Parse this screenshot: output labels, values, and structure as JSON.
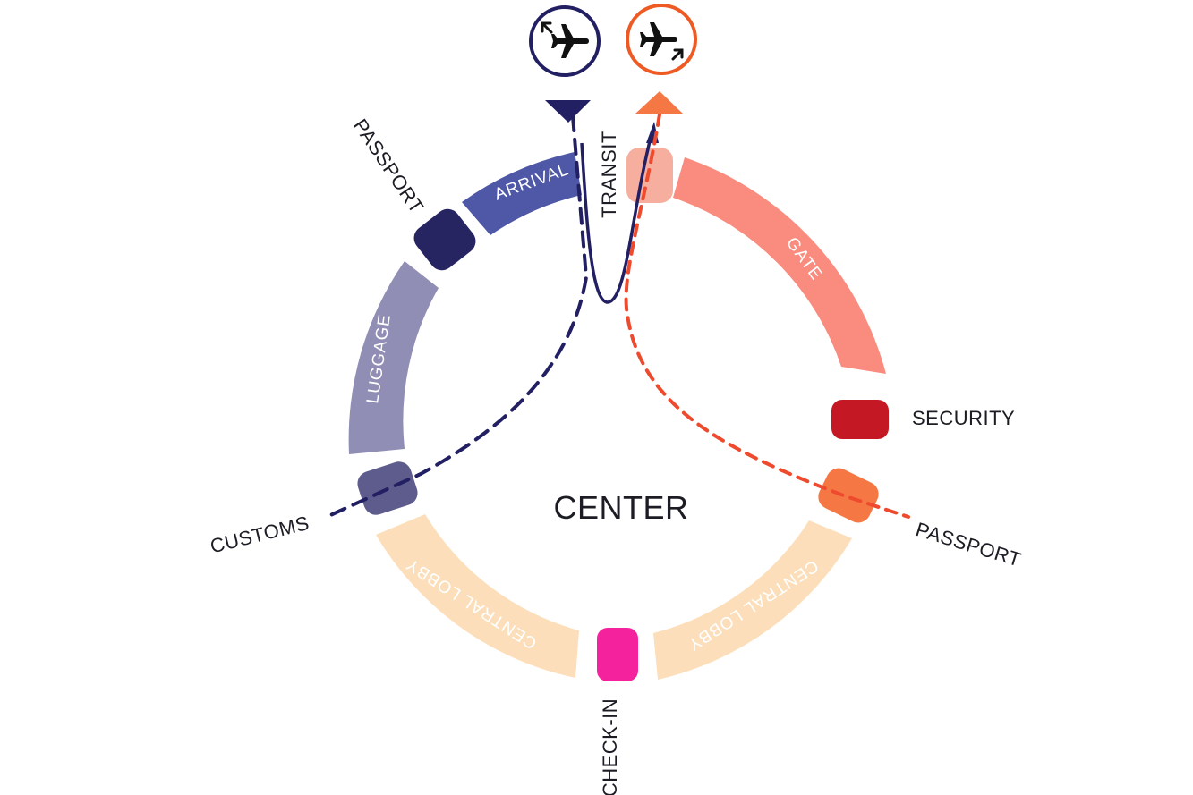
{
  "center": "CENTER",
  "segments": {
    "arrival": "ARRIVAL",
    "luggage": "LUGGAGE",
    "gate": "GATE",
    "lobby_left": "CENTRAL LOBBY",
    "lobby_right": "CENTRAL LOBBY"
  },
  "labels": {
    "passport_top": "PASSPORT",
    "transit": "TRANSIT",
    "security": "SECURITY",
    "customs": "CUSTOMS",
    "passport_right": "PASSPORT",
    "checkin": "CHECK-IN"
  },
  "icons": {
    "arrival": "airplane-arrival-icon",
    "departure": "airplane-departure-icon"
  },
  "colors": {
    "arrival_path": "#221f63",
    "departure_path": "#ee4a2e",
    "arrival_segment": "#4e58a6",
    "luggage_segment": "#908eb4",
    "passport_checkpoint": "#272462",
    "customs_checkpoint": "#5e5c8c",
    "gate_segment": "#f98c7e",
    "transit_block": "#f6ae9e",
    "security_checkpoint": "#c41924",
    "passport_right_checkpoint": "#f57844",
    "lobby_segment": "#fcdfba",
    "checkin_checkpoint": "#f4239d",
    "departure_ring": "#ee5a24"
  }
}
